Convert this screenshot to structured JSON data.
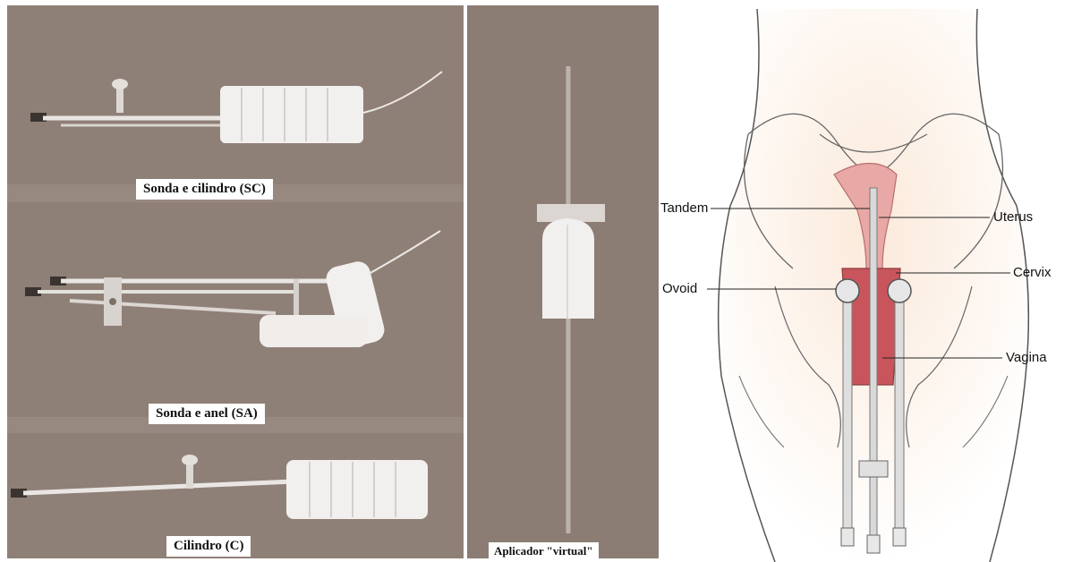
{
  "photo_panel": {
    "labels": {
      "sc": "Sonda e cilindro (SC)",
      "sa": "Sonda e anel (SA)",
      "c": "Cilindro (C)"
    }
  },
  "virtual_panel": {
    "label": "Aplicador \"virtual\""
  },
  "anatomy_panel": {
    "labels": {
      "tandem": "Tandem",
      "uterus": "Uterus",
      "cervix": "Cervix",
      "ovoid": "Ovoid",
      "vagina": "Vagina"
    }
  },
  "colors": {
    "photo_background": "#8f8077",
    "applicator_white": "#f2f0ee",
    "uterus_pink": "#e8a9a6",
    "vagina_red": "#c9555c"
  }
}
